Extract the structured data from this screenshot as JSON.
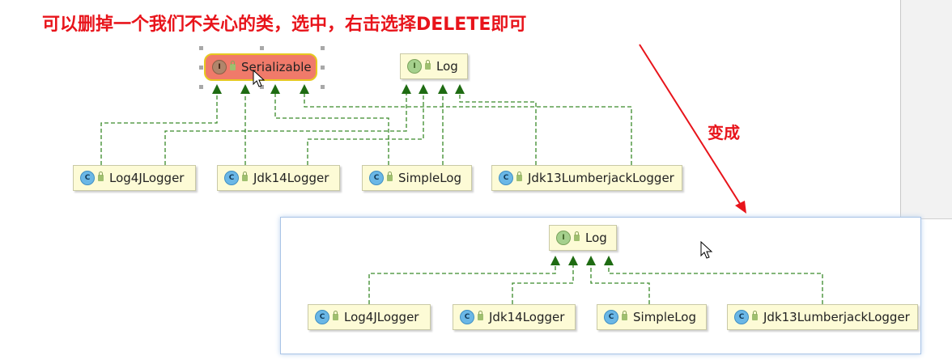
{
  "annotation": "可以删掉一个我们不关心的类，选中，右击选择DELETE即可",
  "transition_label": "变成",
  "before": {
    "serializable": "Serializable",
    "log": "Log",
    "classes": [
      "Log4JLogger",
      "Jdk14Logger",
      "SimpleLog",
      "Jdk13LumberjackLogger"
    ]
  },
  "after": {
    "log": "Log",
    "classes": [
      "Log4JLogger",
      "Jdk14Logger",
      "SimpleLog",
      "Jdk13LumberjackLogger"
    ]
  },
  "badges": {
    "interface": "I",
    "class": "C"
  },
  "icons": [
    "interface-icon",
    "class-icon",
    "lock-icon",
    "cursor-icon"
  ],
  "colors": {
    "annotation_red": "#e8141b",
    "node_fill": "#fdfbd6",
    "selected_fill": "#f07a6a",
    "selected_border": "#e6c820",
    "arrow_green": "#1e6b12",
    "edge_green": "#3a8a2a",
    "result_border": "#a9c4e6"
  }
}
